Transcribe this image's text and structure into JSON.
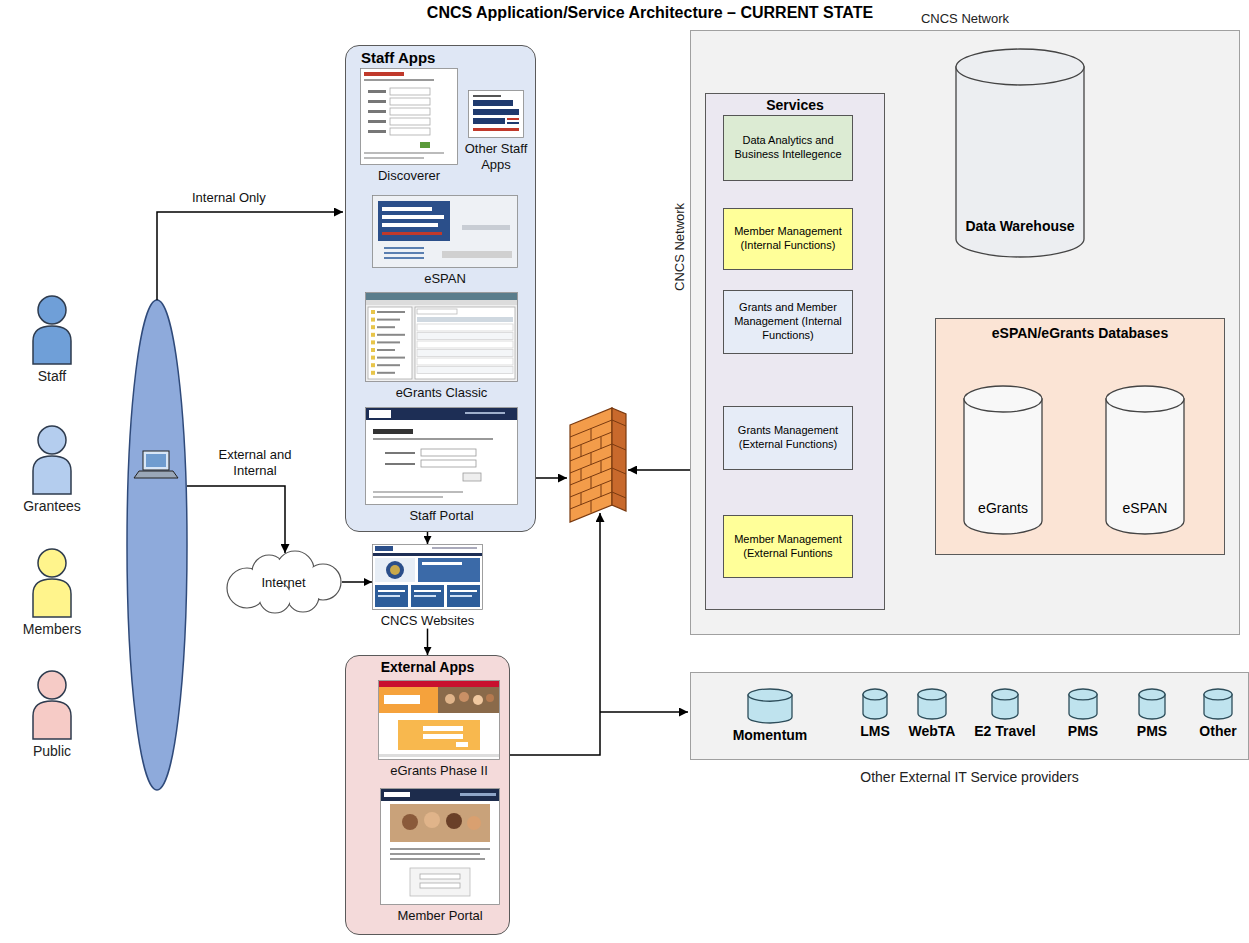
{
  "diagram": {
    "title": "CNCS Application/Service Architecture – CURRENT STATE",
    "nodes": [
      {
        "text": [
          "Staff"
        ]
      },
      {
        "text": [
          "Grantees"
        ]
      },
      {
        "text": [
          "Members"
        ]
      },
      {
        "text": [
          "Public"
        ]
      },
      {
        "text": [
          "Staff Apps"
        ]
      },
      {
        "text": [
          "Discoverer"
        ],
        "in": 4
      },
      {
        "text": [
          "Other Staff Apps"
        ],
        "in": 4
      },
      {
        "text": [
          "eSPAN"
        ],
        "in": 4
      },
      {
        "text": [
          "eGrants Classic"
        ],
        "in": 4
      },
      {
        "text": [
          "Staff Portal"
        ],
        "in": 4
      },
      {
        "text": [
          "Internet"
        ]
      },
      {
        "text": [
          "CNCS Websites"
        ]
      },
      {
        "text": [
          "External Apps"
        ]
      },
      {
        "text": [
          "eGrants Phase II"
        ],
        "in": 12
      },
      {
        "text": [
          "Member Portal"
        ],
        "in": 12
      },
      {
        "text": [
          "CNCS Network",
          "CNCS Network"
        ]
      },
      {
        "text": [
          "Services"
        ],
        "in": 15
      },
      {
        "text": [
          "Data Analytics and Business Intellegence"
        ],
        "in": 16
      },
      {
        "text": [
          "Member Management (Internal Functions)"
        ],
        "in": 16
      },
      {
        "text": [
          "Grants and Member Management (Internal Functions)"
        ],
        "in": 16
      },
      {
        "text": [
          "Grants Management (External Functions)"
        ],
        "in": 16
      },
      {
        "text": [
          "Member Management (External Funtions"
        ],
        "in": 16
      },
      {
        "text": [
          "Data Warehouse"
        ],
        "in": 15
      },
      {
        "text": [
          "eSPAN/eGrants Databases"
        ],
        "in": 15
      },
      {
        "text": [
          "eGrants"
        ],
        "in": 23
      },
      {
        "text": [
          "eSPAN"
        ],
        "in": 23
      },
      {
        "text": [
          "Other External IT Service providers"
        ]
      },
      {
        "text": [
          "Momentum"
        ],
        "in": 26
      },
      {
        "text": [
          "LMS"
        ],
        "in": 26
      },
      {
        "text": [
          "WebTA"
        ],
        "in": 26
      },
      {
        "text": [
          "E2 Travel"
        ],
        "in": 26
      },
      {
        "text": [
          "PMS"
        ],
        "in": 26
      },
      {
        "text": [
          "PMS"
        ],
        "in": 26
      },
      {
        "text": [
          "Other"
        ],
        "in": 26
      }
    ],
    "edges": [
      {
        "from": 4,
        "to": 11,
        "arrow": "to"
      },
      {
        "from": 10,
        "to": 11,
        "arrow": "to"
      },
      {
        "from": 11,
        "to": 12,
        "arrow": "to"
      }
    ],
    "labels": [
      "Internal Only",
      "External and Internal"
    ]
  }
}
